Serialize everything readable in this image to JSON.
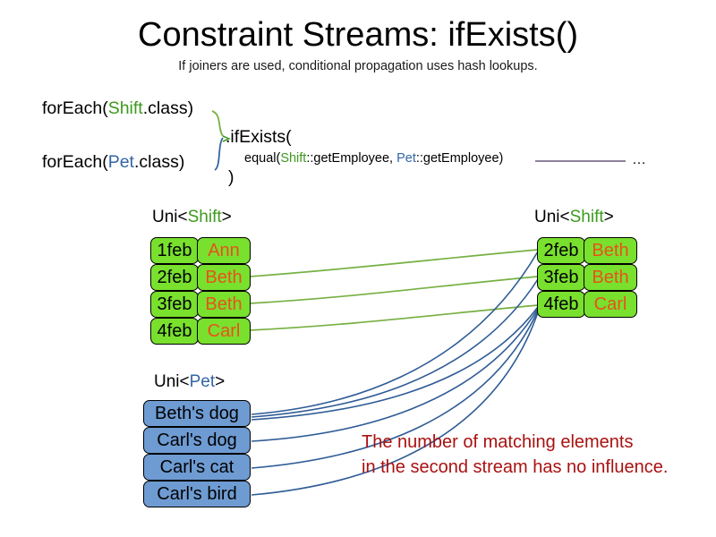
{
  "slide": {
    "title": "Constraint Streams: ifExists()",
    "subtitle": "If joiners are used, conditional propagation uses hash lookups."
  },
  "code": {
    "foreach_shift": {
      "prefix": "forEach(",
      "type": "Shift",
      "suffix": ".class)"
    },
    "foreach_pet": {
      "prefix": "forEach(",
      "type": "Pet",
      "suffix": ".class)"
    },
    "ifexists": ".ifExists(",
    "equal": {
      "prefix": "equal(",
      "left_type": "Shift",
      "mid": "::getEmployee, ",
      "right_type": "Pet",
      "suffix": "::getEmployee)"
    },
    "close_paren": ")",
    "ellipsis": "…"
  },
  "streams": {
    "shift_left": {
      "label_prefix": "Uni<",
      "label_type": "Shift",
      "label_suffix": ">",
      "rows": [
        {
          "date": "1feb",
          "name": "Ann"
        },
        {
          "date": "2feb",
          "name": "Beth"
        },
        {
          "date": "3feb",
          "name": "Beth"
        },
        {
          "date": "4feb",
          "name": "Carl"
        }
      ]
    },
    "shift_right": {
      "label_prefix": "Uni<",
      "label_type": "Shift",
      "label_suffix": ">",
      "rows": [
        {
          "date": "2feb",
          "name": "Beth"
        },
        {
          "date": "3feb",
          "name": "Beth"
        },
        {
          "date": "4feb",
          "name": "Carl"
        }
      ]
    },
    "pet_left": {
      "label_prefix": "Uni<",
      "label_type": "Pet",
      "label_suffix": ">",
      "rows": [
        {
          "name": "Beth's dog"
        },
        {
          "name": "Carl's dog"
        },
        {
          "name": "Carl's cat"
        },
        {
          "name": "Carl's bird"
        }
      ]
    }
  },
  "annotation": {
    "line1": "The number of matching elements",
    "line2": "in the second stream has no influence."
  },
  "colors": {
    "shift_green": "#3d9a1e",
    "pet_blue": "#3465a4",
    "box_green": "#79E02E",
    "box_blue": "#6E9BD2",
    "name_orange": "#E8521A",
    "note_red": "#AA1111",
    "wire_green": "#76B043",
    "wire_blue": "#2F5C96",
    "rule_purple": "#7D6F8E"
  }
}
